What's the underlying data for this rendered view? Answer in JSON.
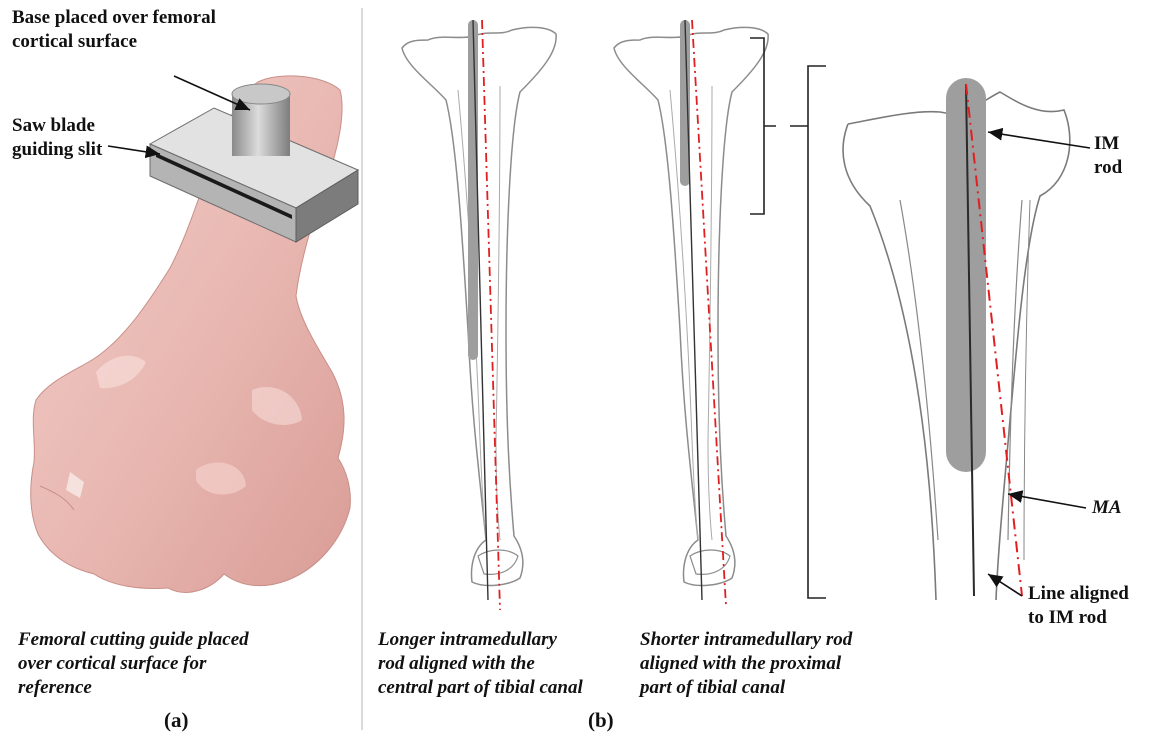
{
  "panel_a": {
    "annotations": {
      "base_line1": "Base placed over femoral",
      "base_line2": "cortical surface",
      "saw_line1": "Saw blade",
      "saw_line2": "guiding slit"
    },
    "caption": {
      "line1": "Femoral cutting guide placed",
      "line2": "over cortical surface for",
      "line3": "reference"
    },
    "panel_label": "(a)"
  },
  "panel_b": {
    "caption_longer": {
      "line1": "Longer intramedullary",
      "line2": "rod aligned with the",
      "line3": "central part of tibial canal"
    },
    "caption_shorter": {
      "line1": "Shorter intramedullary rod",
      "line2": "aligned with the proximal",
      "line3": "part of tibial canal"
    },
    "annotations": {
      "im_rod_line1": "IM",
      "im_rod_line2": "rod",
      "ma": "MA",
      "line_aligned_1": "Line aligned",
      "line_aligned_2": "to IM rod"
    },
    "panel_label": "(b)"
  },
  "colors": {
    "bone_fill": "#e9b8b3",
    "guide_fill": "#b9b9b9",
    "rod_fill": "#9e9e9e",
    "axis_red": "#e02020",
    "outline": "#7a7a7a"
  }
}
